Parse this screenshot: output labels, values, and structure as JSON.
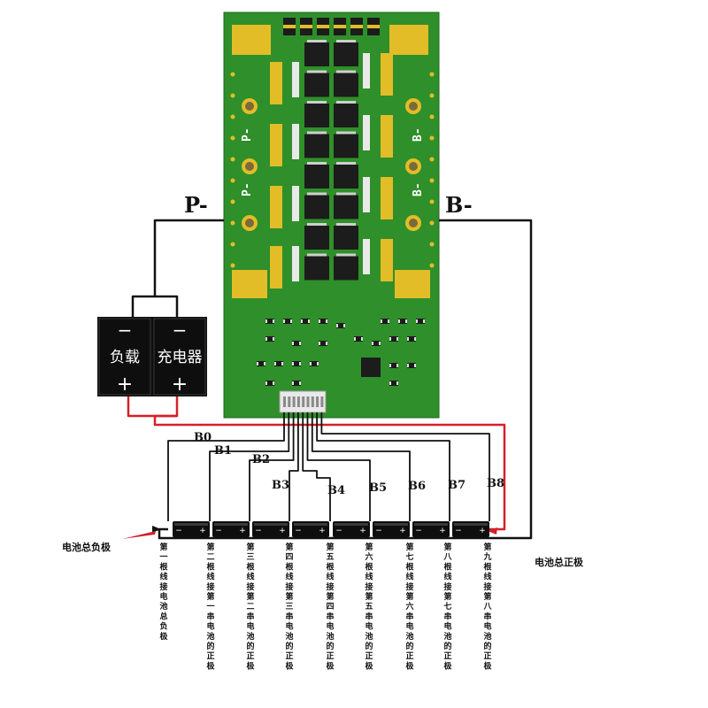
{
  "pcb": {
    "terminal_p": "P-",
    "terminal_b": "B-",
    "silk_p": "P-",
    "silk_b": "B-",
    "mosfet_columns": 2,
    "mosfet_rows": 8
  },
  "load": {
    "name": "负载",
    "minus": "−",
    "plus": "+"
  },
  "charger": {
    "name": "充电器",
    "minus": "−",
    "plus": "+"
  },
  "balance_taps": [
    "B0",
    "B1",
    "B2",
    "B3",
    "B4",
    "B5",
    "B6",
    "B7",
    "B8"
  ],
  "cells": [
    {
      "minus": "−",
      "plus": "+"
    },
    {
      "minus": "−",
      "plus": "+"
    },
    {
      "minus": "−",
      "plus": "+"
    },
    {
      "minus": "−",
      "plus": "+"
    },
    {
      "minus": "−",
      "plus": "+"
    },
    {
      "minus": "−",
      "plus": "+"
    },
    {
      "minus": "−",
      "plus": "+"
    },
    {
      "minus": "−",
      "plus": "+"
    }
  ],
  "battery_negative_label": "电池总负极",
  "battery_positive_label": "电池总正极",
  "tap_descriptions": [
    "第一根线接电池总负极",
    "第二根线接第一串电池的正极",
    "第三根线接第二串电池的正极",
    "第四根线接第三串电池的正极",
    "第五根线接第四串电池的正极",
    "第六根线接第五串电池的正极",
    "第七根线接第六串电池的正极",
    "第八根线接第七串电池的正极",
    "第九根线接第八串电池的正极"
  ],
  "colors": {
    "pcb_green": "#2f8f2a",
    "pcb_dark": "#236d1f",
    "pad_gold": "#e2bd27",
    "mosfet": "#1c1c1c",
    "wire_black": "#111111",
    "wire_red": "#d4202a",
    "box_black": "#0e0e0e"
  }
}
